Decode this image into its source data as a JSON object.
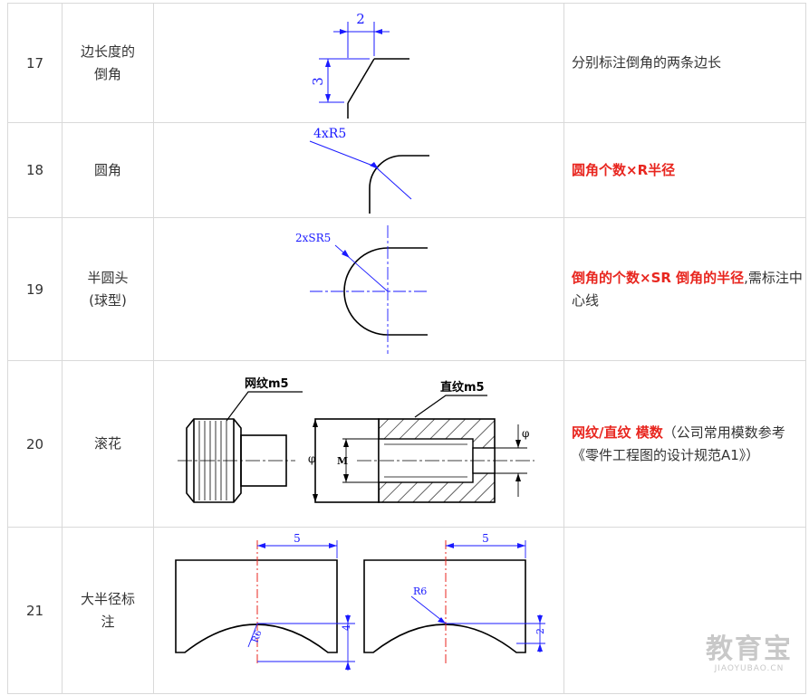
{
  "rows": [
    {
      "num": "17",
      "name_l1": "边长度的",
      "name_l2": "倒角",
      "fig_dims": {
        "a": "2",
        "b": "3"
      },
      "desc": "分别标注倒角的两条边长"
    },
    {
      "num": "18",
      "name_l1": "圆角",
      "fig_label": "4xR5",
      "desc_red": "圆角个数×R半径"
    },
    {
      "num": "19",
      "name_l1": "半圆头",
      "name_l2": "(球型)",
      "fig_label": "2xSR5",
      "desc_red": "倒角的个数×SR 倒角的半径",
      "desc_rest": ",需标注中心线"
    },
    {
      "num": "20",
      "name_l1": "滚花",
      "fig_labels": {
        "knurl_net": "网纹m5",
        "knurl_straight": "直纹m5",
        "phi1": "φ",
        "m": "M",
        "phi2": "φ"
      },
      "desc_red": "网纹/直纹 模数",
      "desc_rest": "（公司常用模数参考《零件工程图的设计规范A1》）"
    },
    {
      "num": "21",
      "name_l1": "大半径标",
      "name_l2": "注",
      "fig_labels": {
        "w1": "5",
        "r1": "R6",
        "h1": "4",
        "w2": "5",
        "r2": "R6",
        "h2": "2"
      },
      "desc": ""
    }
  ],
  "watermark": {
    "big": "教育宝",
    "small": "JIAOYUBAO.CN"
  },
  "colors": {
    "dim_blue": "#1a1aff",
    "center_red": "#e8261f",
    "accent_red": "#e8261f"
  }
}
